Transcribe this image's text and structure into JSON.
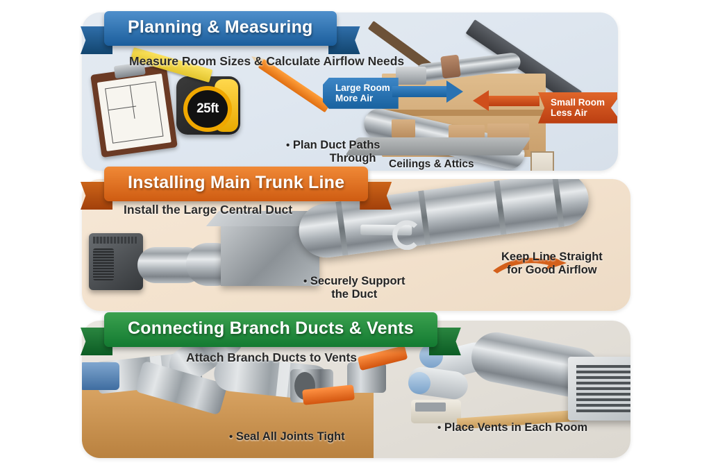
{
  "infographic": {
    "theme_colors": {
      "section1_accent": "#1b5e9c",
      "section2_accent": "#cf5c12",
      "section3_accent": "#137a31",
      "page_background": "#ffffff"
    },
    "sections": [
      {
        "id": "planning-measuring",
        "banner_title": "Planning & Measuring",
        "subtitle": "Measure Room Sizes & Calculate Airflow Needs",
        "bullets": [
          {
            "marker": "•",
            "line1": "Plan Duct Paths",
            "line2": "Through"
          },
          {
            "marker": "",
            "line1": "Ceilings & Attics",
            "line2": ""
          }
        ],
        "callouts": [
          {
            "line1": "Large Room",
            "line2": "More Air",
            "color": "#18619f",
            "direction": "right"
          },
          {
            "line1": "Small Room",
            "line2": "Less Air",
            "color": "#bb3e11",
            "direction": "left"
          }
        ],
        "objects": {
          "tape_measure_label": "25ft",
          "clipboard": "clipboard-floor-plan",
          "pencil": "pencil",
          "house": "house-cutaway-with-ducts"
        }
      },
      {
        "id": "installing-main-trunk-line",
        "banner_title": "Installing Main Trunk Line",
        "subtitle": "Install the Large Central Duct",
        "bullets": [
          {
            "marker": "•",
            "line1": "Securely Support",
            "line2": "the Duct"
          },
          {
            "marker": "",
            "line1": "Keep Line Straight",
            "line2": "for Good Airflow"
          }
        ],
        "callouts": [],
        "objects": {
          "furnace": "air-handler-unit",
          "plenum": "rectangular-plenum",
          "trunk": "large-round-trunk-duct",
          "tool": "wrench",
          "arrow": "orange-curved-arrow"
        }
      },
      {
        "id": "connecting-branch-ducts-vents",
        "banner_title": "Connecting Branch Ducts & Vents",
        "subtitle": "Attach Branch Ducts to Vents",
        "bullets": [
          {
            "marker": "•",
            "line1": "Seal All Joints Tight",
            "line2": ""
          },
          {
            "marker": "•",
            "line1": "Place Vents in Each Room",
            "line2": ""
          }
        ],
        "callouts": [],
        "objects": {
          "branch_ducts": "branch-duct-fittings",
          "foil_tape": "foil-tape-rolls",
          "sealant": "sealant-tubes",
          "register": "wall-vent-register"
        }
      }
    ]
  }
}
